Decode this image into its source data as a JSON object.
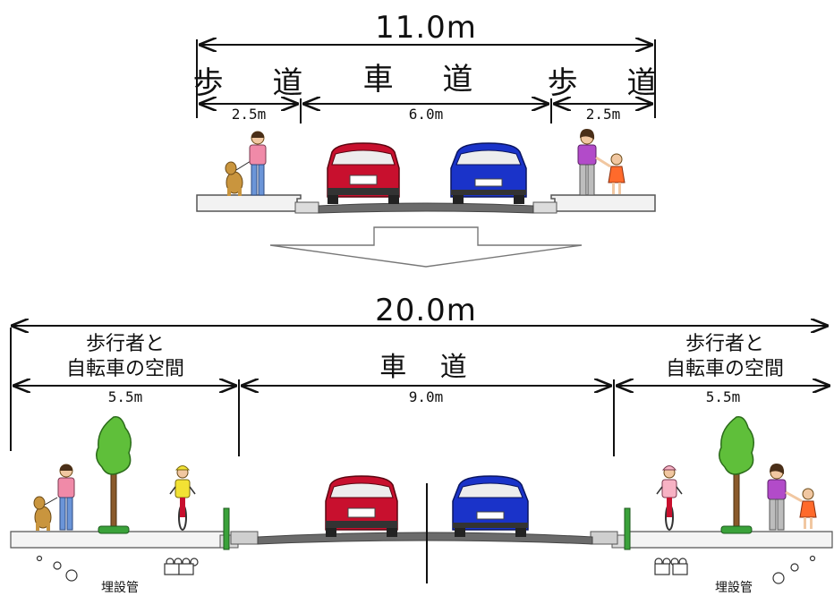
{
  "before": {
    "total_width": "11.0m",
    "left_label": "歩 道",
    "center_label": "車 道",
    "right_label": "歩 道",
    "left_width": "2.5m",
    "center_width": "6.0m",
    "right_width": "2.5m"
  },
  "after": {
    "total_width": "20.0m",
    "left_label_line1": "歩行者と",
    "left_label_line2": "自転車の空間",
    "center_label": "車 道",
    "right_label_line1": "歩行者と",
    "right_label_line2": "自転車の空間",
    "left_width": "5.5m",
    "center_width": "9.0m",
    "right_width": "5.5m",
    "left_utility_label": "埋設管",
    "right_utility_label": "埋設管"
  },
  "colors": {
    "red_car": "#c8102e",
    "blue_car": "#1a33c9",
    "tree": "#5fbf3a",
    "road": "#6b6b6b",
    "pink_shirt": "#f08aa8",
    "purple_shirt": "#b24bc9",
    "yellow_shirt": "#f2e234",
    "dog": "#c9953e"
  }
}
